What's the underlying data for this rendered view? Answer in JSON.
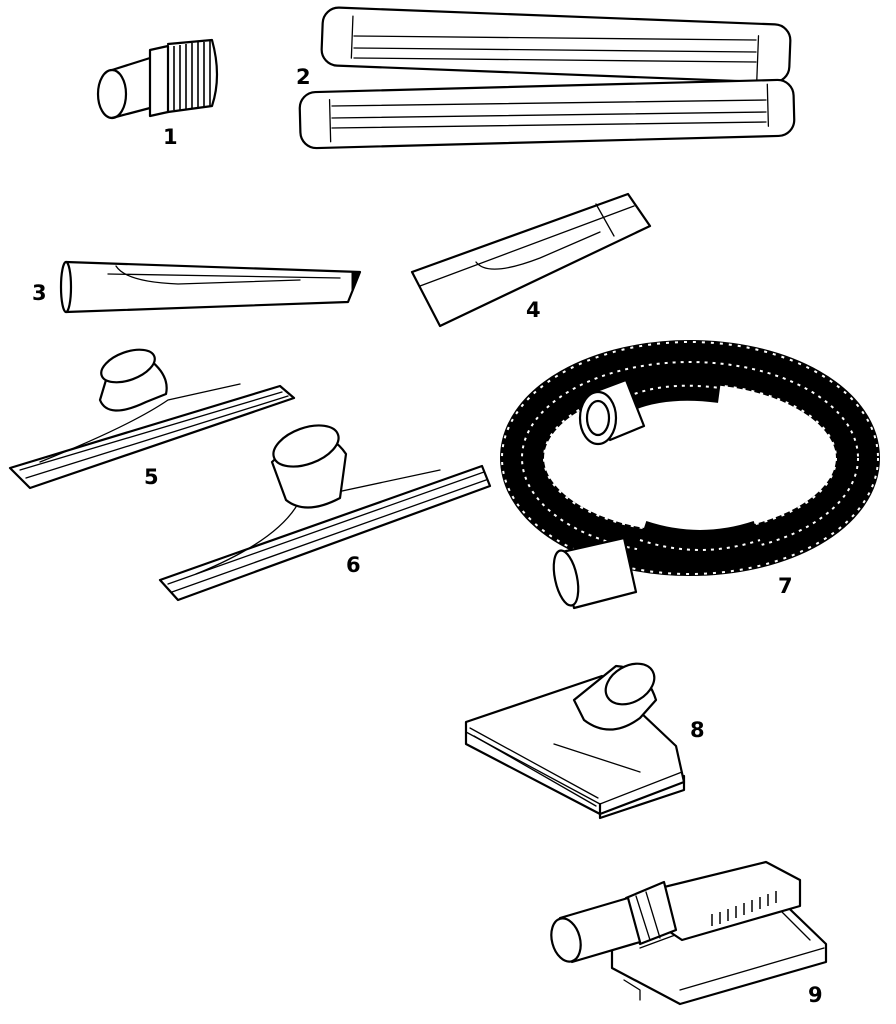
{
  "parts": [
    {
      "id": "brush",
      "label": "1"
    },
    {
      "id": "extension-wands",
      "label": "2"
    },
    {
      "id": "crevice-tool-long",
      "label": "3"
    },
    {
      "id": "crevice-tool-short",
      "label": "4"
    },
    {
      "id": "floor-nozzle-small",
      "label": "5"
    },
    {
      "id": "floor-nozzle-large",
      "label": "6"
    },
    {
      "id": "hose",
      "label": "7"
    },
    {
      "id": "carpet-nozzle",
      "label": "8"
    },
    {
      "id": "power-nozzle",
      "label": "9"
    }
  ],
  "ink_color": "#000000",
  "background_color": "#ffffff"
}
